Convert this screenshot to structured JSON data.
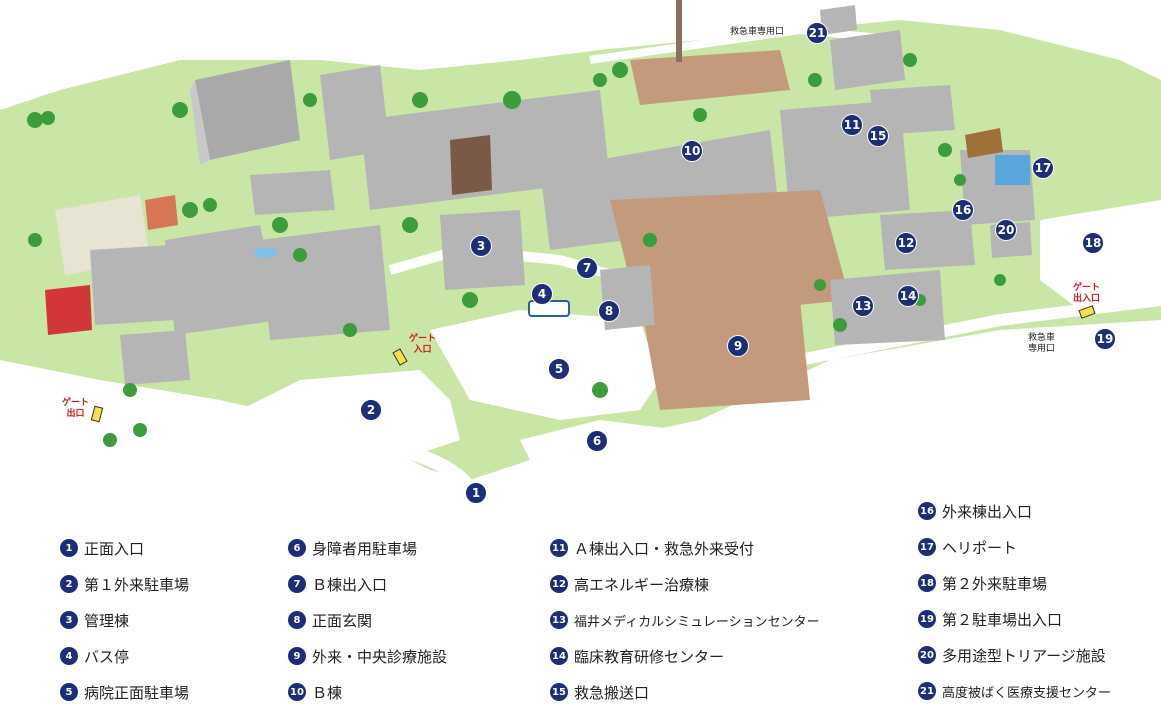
{
  "map": {
    "markers": [
      "1",
      "2",
      "3",
      "4",
      "5",
      "6",
      "7",
      "8",
      "9",
      "10",
      "11",
      "12",
      "13",
      "14",
      "15",
      "16",
      "17",
      "18",
      "19",
      "20",
      "21"
    ],
    "gate_in_label": "ゲート\n入口",
    "gate_out_label": "ゲート\n出口",
    "gate_in_out_label": "ゲート\n出入口",
    "ambulance_only_label": "救急車専用口",
    "ambulance_only_label_2": "救急車\n専用口"
  },
  "legend": {
    "col1": [
      {
        "num": "1",
        "label": "正面入口"
      },
      {
        "num": "2",
        "label": "第１外来駐車場"
      },
      {
        "num": "3",
        "label": "管理棟"
      },
      {
        "num": "4",
        "label": "バス停"
      },
      {
        "num": "5",
        "label": "病院正面駐車場"
      }
    ],
    "col2": [
      {
        "num": "6",
        "label": "身障者用駐車場"
      },
      {
        "num": "7",
        "label": "Ｂ棟出入口"
      },
      {
        "num": "8",
        "label": "正面玄関"
      },
      {
        "num": "9",
        "label": "外来・中央診療施設"
      },
      {
        "num": "10",
        "label": "Ｂ棟"
      }
    ],
    "col3": [
      {
        "num": "11",
        "label": "Ａ棟出入口・救急外来受付"
      },
      {
        "num": "12",
        "label": "高エネルギー治療棟"
      },
      {
        "num": "13",
        "label": "福井メディカルシミュレーションセンター"
      },
      {
        "num": "14",
        "label": "臨床教育研修センター"
      },
      {
        "num": "15",
        "label": "救急搬送口"
      }
    ],
    "col4": [
      {
        "num": "16",
        "label": "外来棟出入口"
      },
      {
        "num": "17",
        "label": "ヘリポート"
      },
      {
        "num": "18",
        "label": "第２外来駐車場"
      },
      {
        "num": "19",
        "label": "第２駐車場出入口"
      },
      {
        "num": "20",
        "label": "多用途型トリアージ施設"
      },
      {
        "num": "21",
        "label": "高度被ばく医療支援センター"
      }
    ]
  },
  "colors": {
    "grass": "#c9e6a6",
    "tree": "#3d9c3b",
    "building": "#b8b8b8",
    "brown_roof": "#c49a7c",
    "marker": "#1c2e78",
    "gate": "#d4141c"
  }
}
